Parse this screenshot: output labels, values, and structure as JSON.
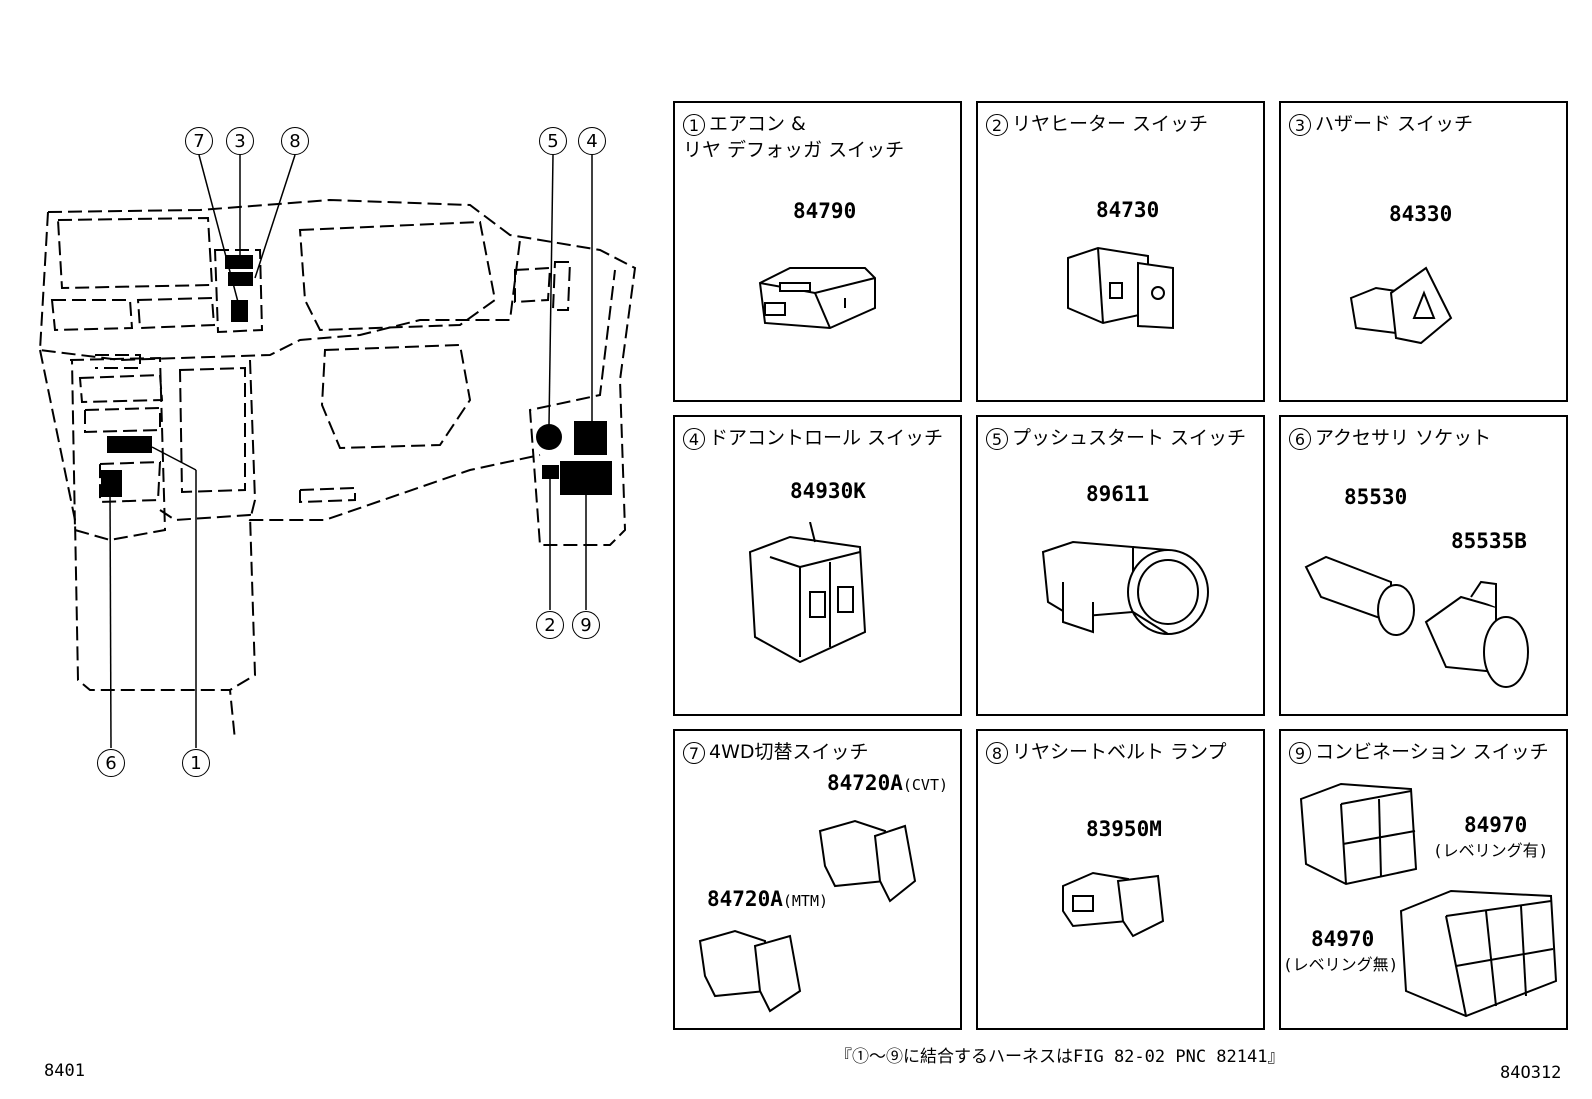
{
  "callouts": [
    "1",
    "2",
    "3",
    "4",
    "5",
    "6",
    "7",
    "8",
    "9"
  ],
  "panels": [
    {
      "num": "1",
      "title": "エアコン &\nリヤ デフォッガ スイッチ",
      "parts": [
        "84790"
      ]
    },
    {
      "num": "2",
      "title": "リヤヒーター スイッチ",
      "parts": [
        "84730"
      ]
    },
    {
      "num": "3",
      "title": "ハザード スイッチ",
      "parts": [
        "84330"
      ]
    },
    {
      "num": "4",
      "title": "ドアコントロール スイッチ",
      "parts": [
        "84930K"
      ]
    },
    {
      "num": "5",
      "title": "プッシュスタート スイッチ",
      "parts": [
        "89611"
      ]
    },
    {
      "num": "6",
      "title": "アクセサリ ソケット",
      "parts": [
        "85530",
        "85535B"
      ]
    },
    {
      "num": "7",
      "title": "4WD切替スイッチ",
      "parts": [
        "84720A",
        "84720A"
      ],
      "subs": [
        "(CVT)",
        "(MTM)"
      ]
    },
    {
      "num": "8",
      "title": "リヤシートベルト ランプ",
      "parts": [
        "83950M"
      ]
    },
    {
      "num": "9",
      "title": "コンビネーション スイッチ",
      "parts": [
        "84970",
        "84970"
      ],
      "subs": [
        "(レベリング有)",
        "(レベリング無)"
      ]
    }
  ],
  "footer": {
    "left_code": "8401",
    "note": "『①～⑨に結合するハーネスはFIG 82-02 PNC 82141』",
    "right_code": "84O312"
  }
}
